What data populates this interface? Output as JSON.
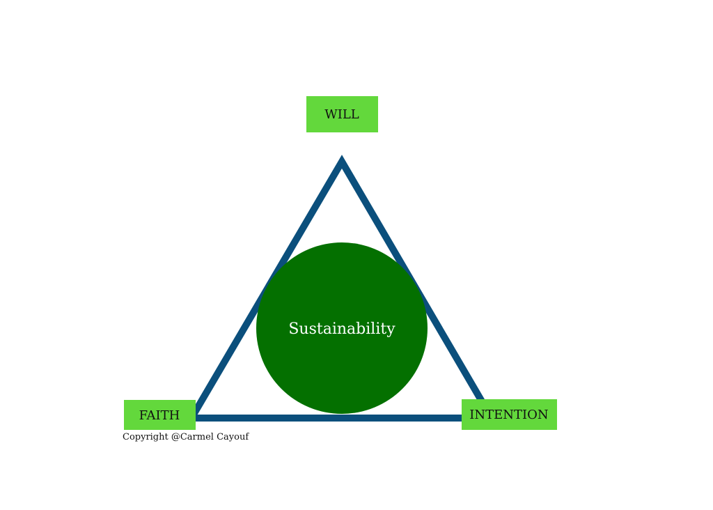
{
  "diagram": {
    "center": {
      "label": "Sustainability"
    },
    "nodes": {
      "top": {
        "label": "WILL"
      },
      "bottom_left": {
        "label": "FAITH"
      },
      "bottom_right": {
        "label": "INTENTION"
      }
    },
    "copyright": "Copyright @Carmel Cayouf"
  },
  "colors": {
    "triangle_stroke": "#0b4f7c",
    "circle_fill": "#047000",
    "node_fill": "#63d83c",
    "background": "#ffffff"
  }
}
